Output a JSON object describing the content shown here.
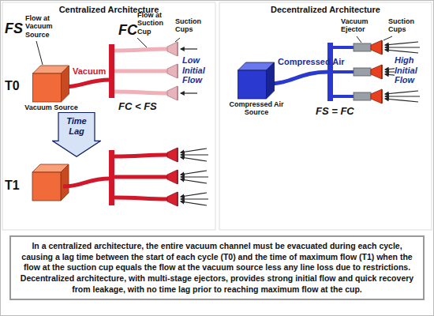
{
  "diagram": {
    "caption": "In a centralized architecture, the entire vacuum channel must be evacuated during each cycle, causing a lag time between the start of each cycle (T0) and the time of maximum flow (T1) when the flow at the suction cup equals the flow at the vacuum source less any line loss due to restrictions. Decentralized architecture, with multi-stage ejectors, provides strong initial flow and quick recovery from leakage, with no time lag prior to reaching maximum flow at the cup.",
    "nodes": [
      {
        "text": [
          "Vacuum Source"
        ]
      },
      {
        "text": [
          "Time Lag"
        ]
      },
      {
        "text": [
          "Compressed Air Source"
        ]
      }
    ],
    "labels": [
      "Centralized Architecture",
      "Decentralized Architecture",
      "FS",
      "Flow at Vacuum Source",
      "FC",
      "Flow at Suction Cup",
      "Suction Cups",
      "T0",
      "Vacuum",
      "Low Initial Flow",
      "FC < FS",
      "T1",
      "Compressed Air",
      "Vacuum Ejector",
      "Suction Cups",
      "High Initial Flow",
      "FS = FC"
    ]
  }
}
